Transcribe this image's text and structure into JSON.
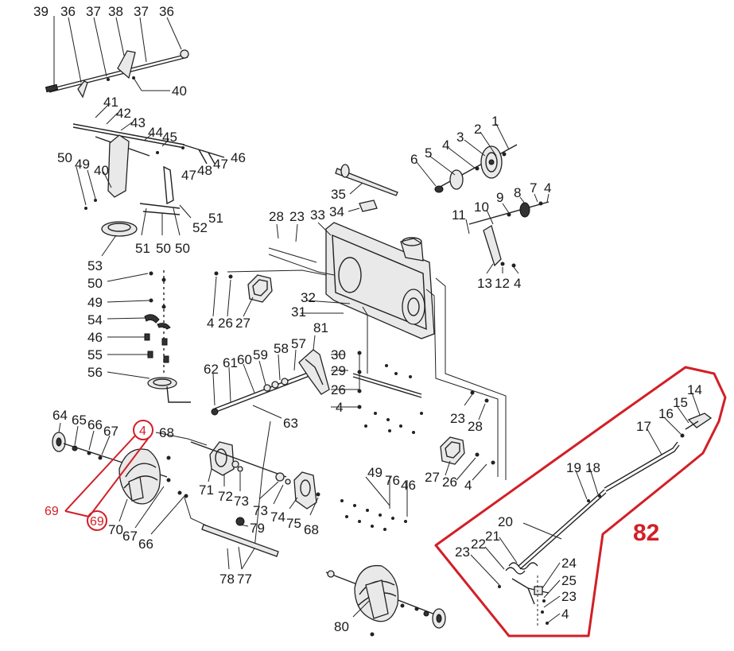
{
  "labels": [
    {
      "id": "l39",
      "text": "39"
    },
    {
      "id": "l36a",
      "text": "36"
    },
    {
      "id": "l37a",
      "text": "37"
    },
    {
      "id": "l38",
      "text": "38"
    },
    {
      "id": "l37b",
      "text": "37"
    },
    {
      "id": "l36b",
      "text": "36"
    },
    {
      "id": "l40a",
      "text": "40"
    },
    {
      "id": "l41",
      "text": "41"
    },
    {
      "id": "l42",
      "text": "42"
    },
    {
      "id": "l43",
      "text": "43"
    },
    {
      "id": "l44",
      "text": "44"
    },
    {
      "id": "l45",
      "text": "45"
    },
    {
      "id": "l46a",
      "text": "46"
    },
    {
      "id": "l47a",
      "text": "47"
    },
    {
      "id": "l48",
      "text": "48"
    },
    {
      "id": "l47b",
      "text": "47"
    },
    {
      "id": "l50a",
      "text": "50"
    },
    {
      "id": "l49a",
      "text": "49"
    },
    {
      "id": "l40b",
      "text": "40"
    },
    {
      "id": "l52",
      "text": "52"
    },
    {
      "id": "l51a",
      "text": "51"
    },
    {
      "id": "l51b",
      "text": "51"
    },
    {
      "id": "l50b",
      "text": "50"
    },
    {
      "id": "l50c",
      "text": "50"
    },
    {
      "id": "l53",
      "text": "53"
    },
    {
      "id": "l50d",
      "text": "50"
    },
    {
      "id": "l49b",
      "text": "49"
    },
    {
      "id": "l54",
      "text": "54"
    },
    {
      "id": "l46b",
      "text": "46"
    },
    {
      "id": "l55",
      "text": "55"
    },
    {
      "id": "l56",
      "text": "56"
    },
    {
      "id": "l1",
      "text": "1"
    },
    {
      "id": "l2",
      "text": "2"
    },
    {
      "id": "l3",
      "text": "3"
    },
    {
      "id": "l4a",
      "text": "4"
    },
    {
      "id": "l5",
      "text": "5"
    },
    {
      "id": "l6",
      "text": "6"
    },
    {
      "id": "l35",
      "text": "35"
    },
    {
      "id": "l34",
      "text": "34"
    },
    {
      "id": "l28a",
      "text": "28"
    },
    {
      "id": "l23a",
      "text": "23"
    },
    {
      "id": "l33",
      "text": "33"
    },
    {
      "id": "l11",
      "text": "11"
    },
    {
      "id": "l10",
      "text": "10"
    },
    {
      "id": "l9",
      "text": "9"
    },
    {
      "id": "l8",
      "text": "8"
    },
    {
      "id": "l7",
      "text": "7"
    },
    {
      "id": "l4b",
      "text": "4"
    },
    {
      "id": "l13",
      "text": "13"
    },
    {
      "id": "l12",
      "text": "12"
    },
    {
      "id": "l4c",
      "text": "4"
    },
    {
      "id": "l4d",
      "text": "4"
    },
    {
      "id": "l26a",
      "text": "26"
    },
    {
      "id": "l27a",
      "text": "27"
    },
    {
      "id": "l32",
      "text": "32"
    },
    {
      "id": "l31",
      "text": "31"
    },
    {
      "id": "l81",
      "text": "81"
    },
    {
      "id": "l62",
      "text": "62"
    },
    {
      "id": "l61",
      "text": "61"
    },
    {
      "id": "l60",
      "text": "60"
    },
    {
      "id": "l59",
      "text": "59"
    },
    {
      "id": "l58",
      "text": "58"
    },
    {
      "id": "l57",
      "text": "57"
    },
    {
      "id": "l30",
      "text": "30"
    },
    {
      "id": "l29",
      "text": "29"
    },
    {
      "id": "l26b",
      "text": "26"
    },
    {
      "id": "l4e",
      "text": "4"
    },
    {
      "id": "l63",
      "text": "63"
    },
    {
      "id": "l23b",
      "text": "23"
    },
    {
      "id": "l28b",
      "text": "28"
    },
    {
      "id": "l64",
      "text": "64"
    },
    {
      "id": "l65",
      "text": "65"
    },
    {
      "id": "l66a",
      "text": "66"
    },
    {
      "id": "l67a",
      "text": "67"
    },
    {
      "id": "l4f",
      "text": "4"
    },
    {
      "id": "l68a",
      "text": "68"
    },
    {
      "id": "l71",
      "text": "71"
    },
    {
      "id": "l72",
      "text": "72"
    },
    {
      "id": "l73a",
      "text": "73"
    },
    {
      "id": "l73b",
      "text": "73"
    },
    {
      "id": "l74",
      "text": "74"
    },
    {
      "id": "l75",
      "text": "75"
    },
    {
      "id": "l68b",
      "text": "68"
    },
    {
      "id": "l49c",
      "text": "49"
    },
    {
      "id": "l76",
      "text": "76"
    },
    {
      "id": "l46c",
      "text": "46"
    },
    {
      "id": "l27b",
      "text": "27"
    },
    {
      "id": "l26c",
      "text": "26"
    },
    {
      "id": "l4g",
      "text": "4"
    },
    {
      "id": "l70",
      "text": "70"
    },
    {
      "id": "l67b",
      "text": "67"
    },
    {
      "id": "l66b",
      "text": "66"
    },
    {
      "id": "l79",
      "text": "79"
    },
    {
      "id": "l78",
      "text": "78"
    },
    {
      "id": "l77",
      "text": "77"
    },
    {
      "id": "l80",
      "text": "80"
    },
    {
      "id": "l14",
      "text": "14"
    },
    {
      "id": "l15",
      "text": "15"
    },
    {
      "id": "l16",
      "text": "16"
    },
    {
      "id": "l17",
      "text": "17"
    },
    {
      "id": "l19",
      "text": "19"
    },
    {
      "id": "l18",
      "text": "18"
    },
    {
      "id": "l20",
      "text": "20"
    },
    {
      "id": "l21",
      "text": "21"
    },
    {
      "id": "l22",
      "text": "22"
    },
    {
      "id": "l23c",
      "text": "23"
    },
    {
      "id": "l24",
      "text": "24"
    },
    {
      "id": "l25",
      "text": "25"
    },
    {
      "id": "l23d",
      "text": "23"
    },
    {
      "id": "l4h",
      "text": "4"
    }
  ],
  "callouts": {
    "c69": "69",
    "c69b": "69",
    "c4": "4",
    "c82": "82"
  },
  "colors": {
    "highlight": "#d21f26",
    "ink": "#222222"
  }
}
